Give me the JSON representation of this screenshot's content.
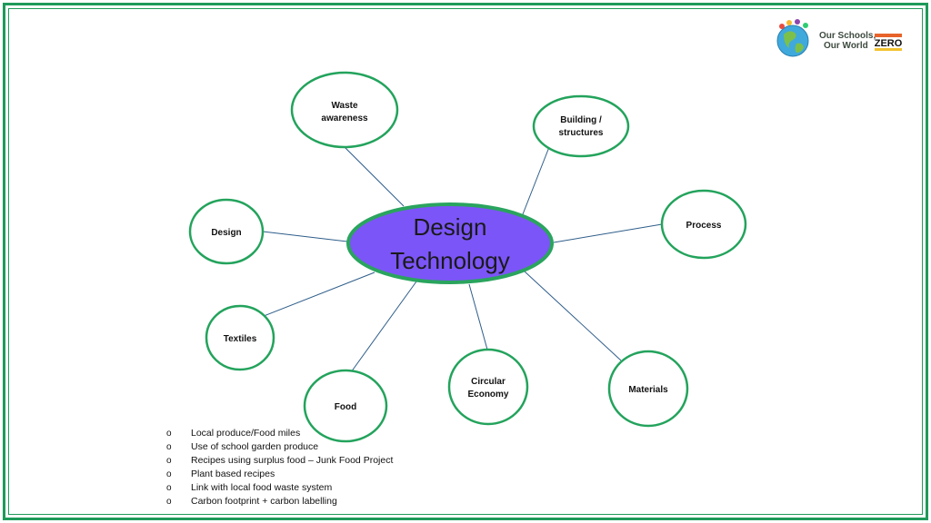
{
  "diagram": {
    "center": {
      "lines": [
        "Design",
        "Technology"
      ]
    },
    "nodes": [
      {
        "id": "waste-awareness",
        "lines": [
          "Waste",
          "awareness"
        ]
      },
      {
        "id": "building-structures",
        "lines": [
          "Building /",
          "structures"
        ]
      },
      {
        "id": "process",
        "lines": [
          "Process"
        ]
      },
      {
        "id": "design",
        "lines": [
          "Design"
        ]
      },
      {
        "id": "textiles",
        "lines": [
          "Textiles"
        ]
      },
      {
        "id": "circular-economy",
        "lines": [
          "Circular",
          "Economy"
        ]
      },
      {
        "id": "materials",
        "lines": [
          "Materials"
        ]
      },
      {
        "id": "food",
        "lines": [
          "Food"
        ]
      }
    ]
  },
  "logo": {
    "line1": "Our Schools,",
    "line2": "Our World",
    "partner_mark": "ZERO"
  },
  "food_notes": {
    "bullet": "o",
    "items": [
      "Local produce/Food miles",
      "Use of school garden produce",
      "Recipes using surplus food – Junk Food Project",
      "Plant based recipes",
      "Link with local food waste system",
      "Carbon footprint + carbon labelling"
    ]
  },
  "colors": {
    "border": "#1f9a5a",
    "center_fill": "#7b55f7",
    "center_stroke": "#2aa45e",
    "node_stroke": "#23a35c",
    "connector": "#2e5d8a"
  }
}
